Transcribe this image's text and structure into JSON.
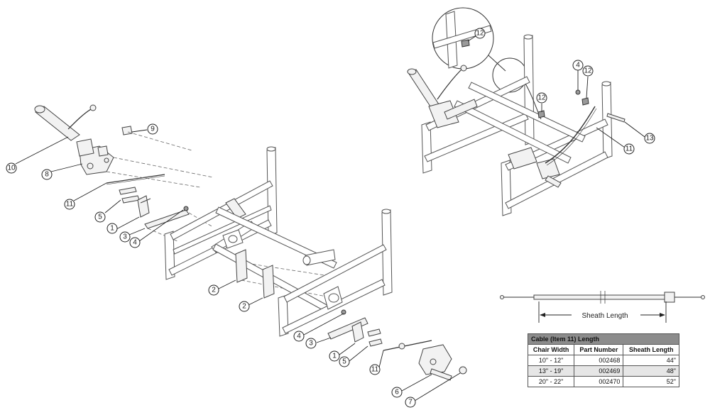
{
  "callouts": {
    "c1": "1",
    "c2": "2",
    "c3": "3",
    "c4": "4",
    "c5": "5",
    "c6": "6",
    "c7": "7",
    "c8": "8",
    "c9": "9",
    "c10": "10",
    "c11": "11",
    "c12": "12",
    "c13": "13"
  },
  "dimension": {
    "label": "Sheath Length"
  },
  "table": {
    "title": "Cable (Item 11) Length",
    "headers": [
      "Chair Width",
      "Part Number",
      "Sheath Length"
    ],
    "rows": [
      [
        "10\" - 12\"",
        "002468",
        "44\""
      ],
      [
        "13\" - 19\"",
        "002469",
        "48\""
      ],
      [
        "20\" - 22\"",
        "002470",
        "52\""
      ]
    ]
  }
}
